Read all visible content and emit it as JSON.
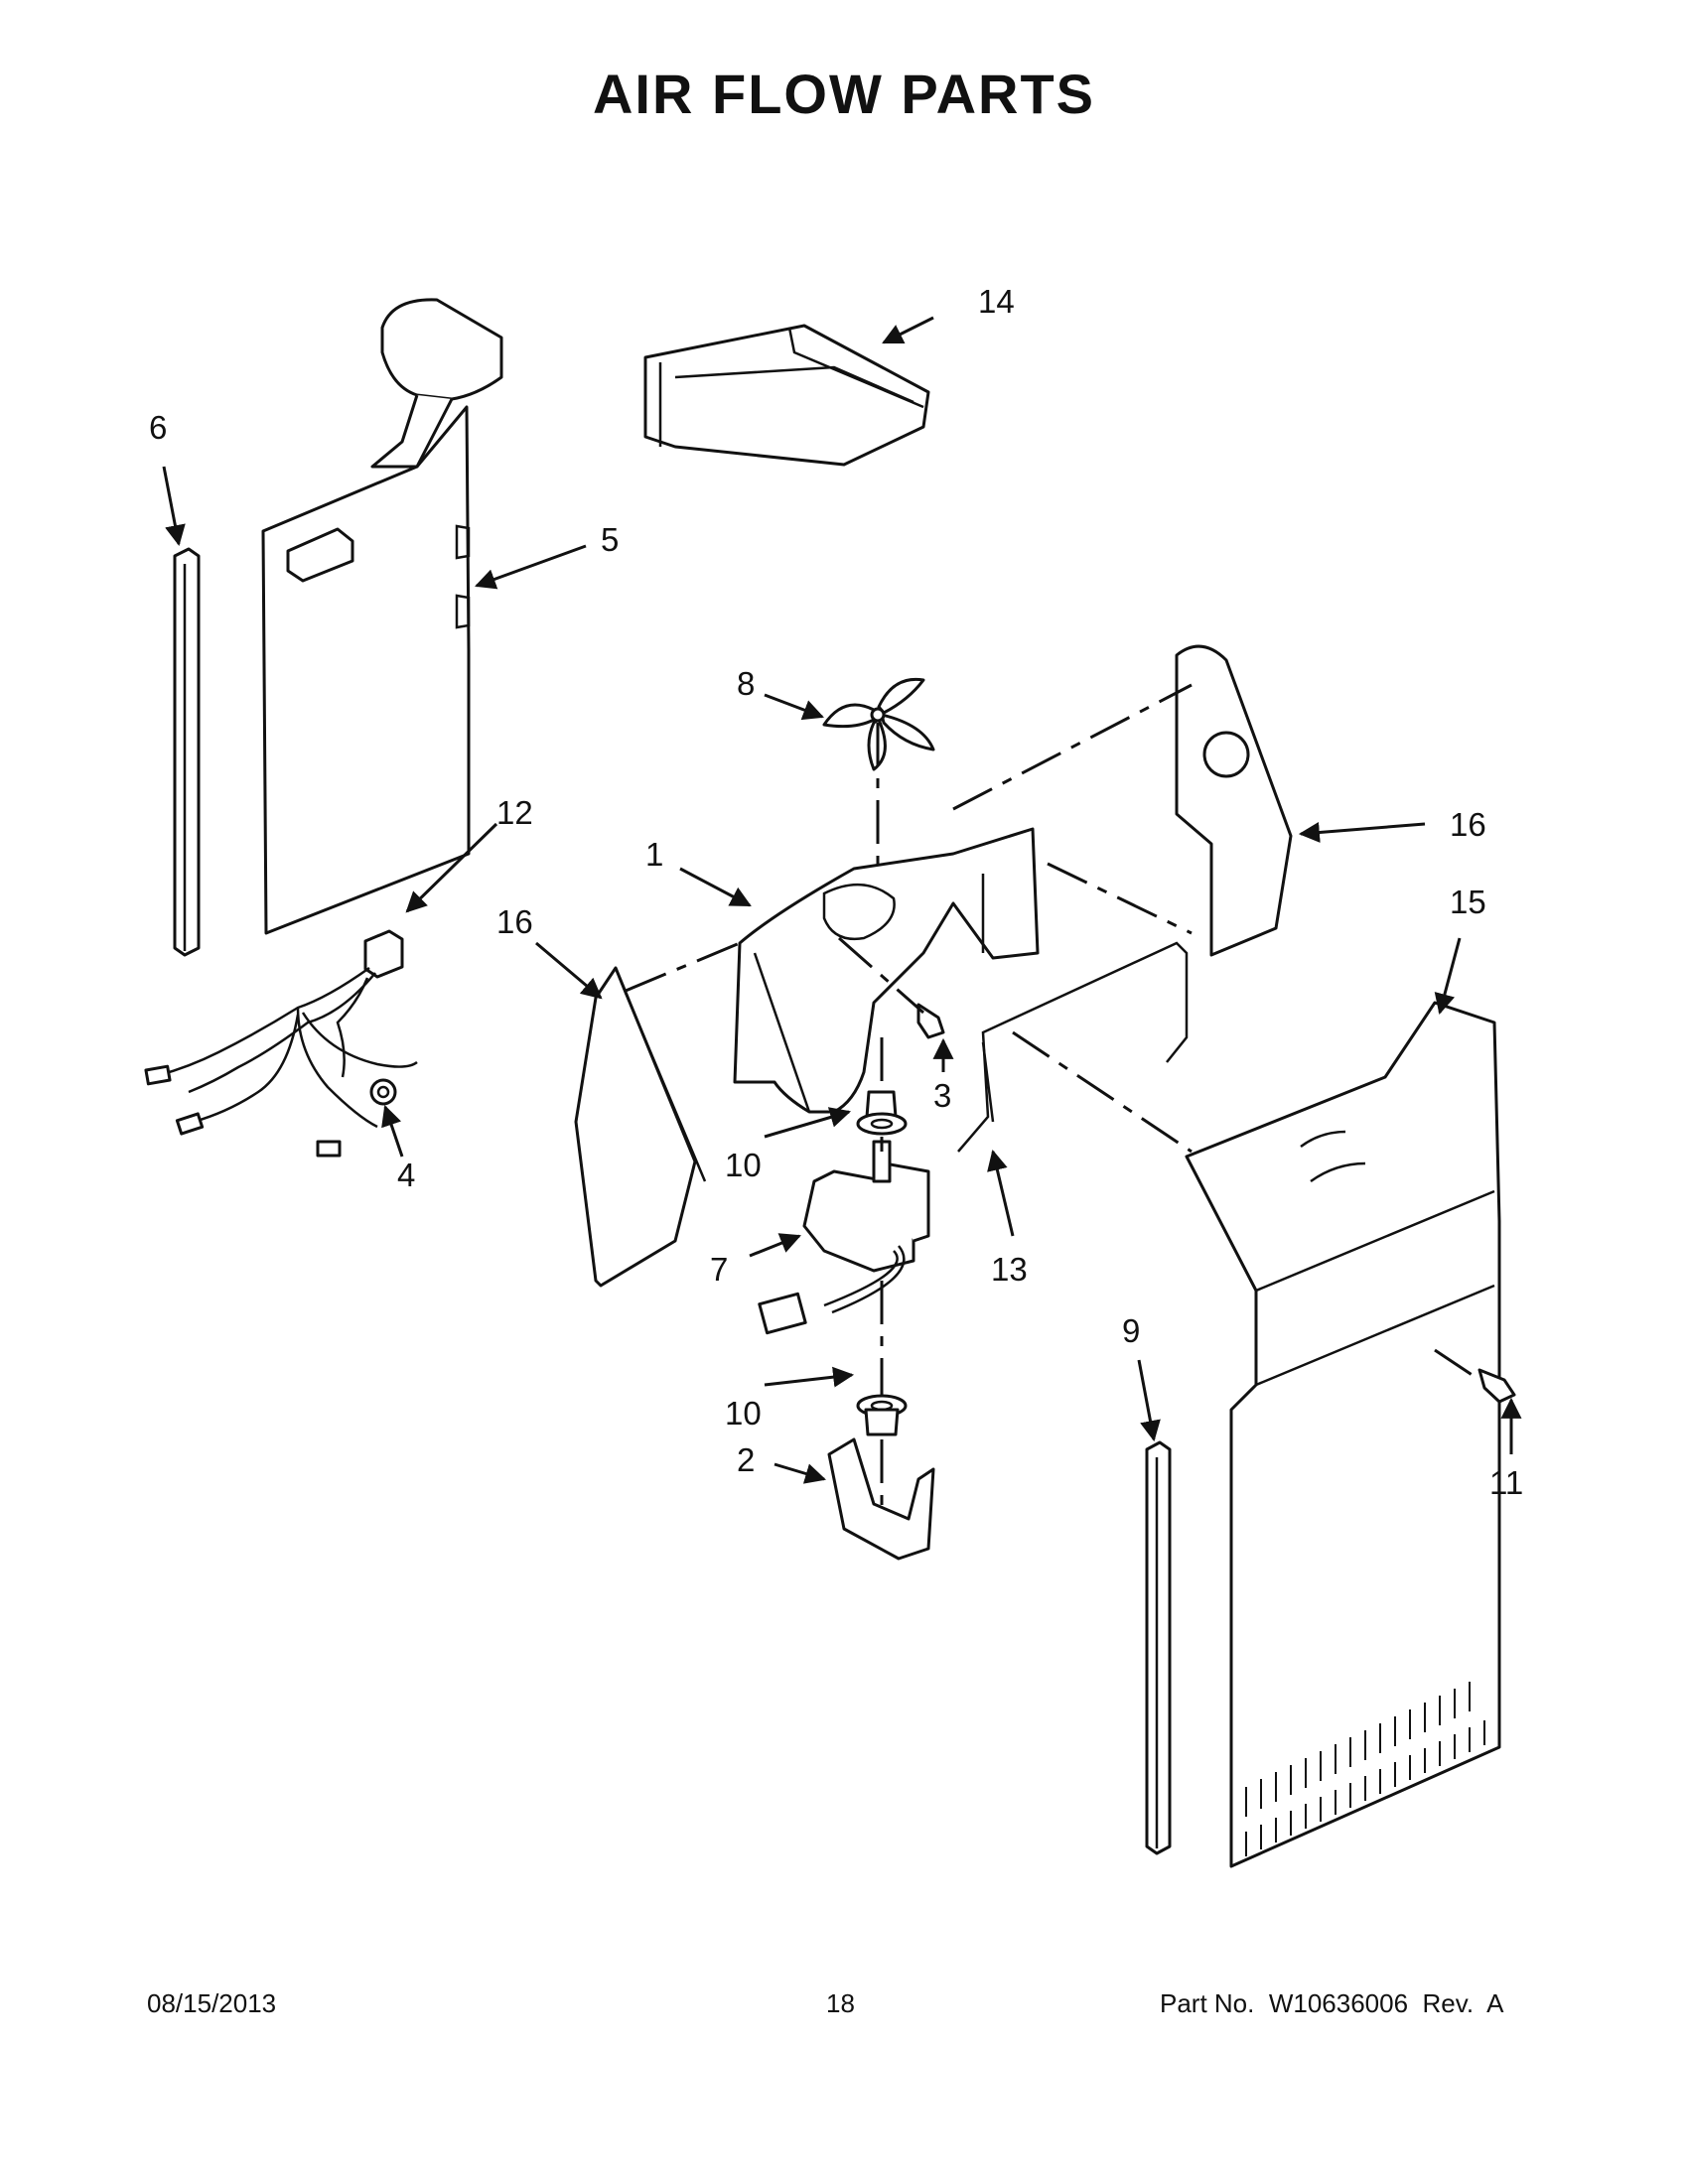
{
  "title": "AIR FLOW PARTS",
  "footer": {
    "date": "08/15/2013",
    "page": "18",
    "part_label": "Part No.",
    "part_number": "W10636006",
    "rev_label": "Rev.",
    "rev": "A"
  },
  "callouts": [
    "1",
    "2",
    "3",
    "4",
    "5",
    "6",
    "7",
    "8",
    "9",
    "10",
    "10",
    "11",
    "12",
    "13",
    "14",
    "15",
    "16",
    "16"
  ]
}
